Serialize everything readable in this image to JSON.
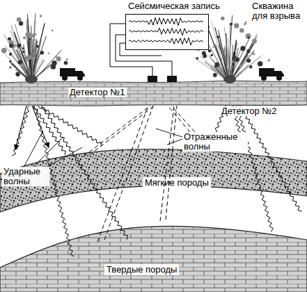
{
  "diagram": {
    "nodes": [
      {
        "text": [
          "Сейсмическая запись"
        ]
      },
      {
        "text": [
          "Мягкие породы"
        ]
      },
      {
        "text": [
          "Твердые породы"
        ]
      }
    ],
    "labels": [
      "Скважина для взрыва",
      "Детектор №1",
      "Детектор №2",
      "Отраженные волны",
      "Ударные волны"
    ]
  }
}
